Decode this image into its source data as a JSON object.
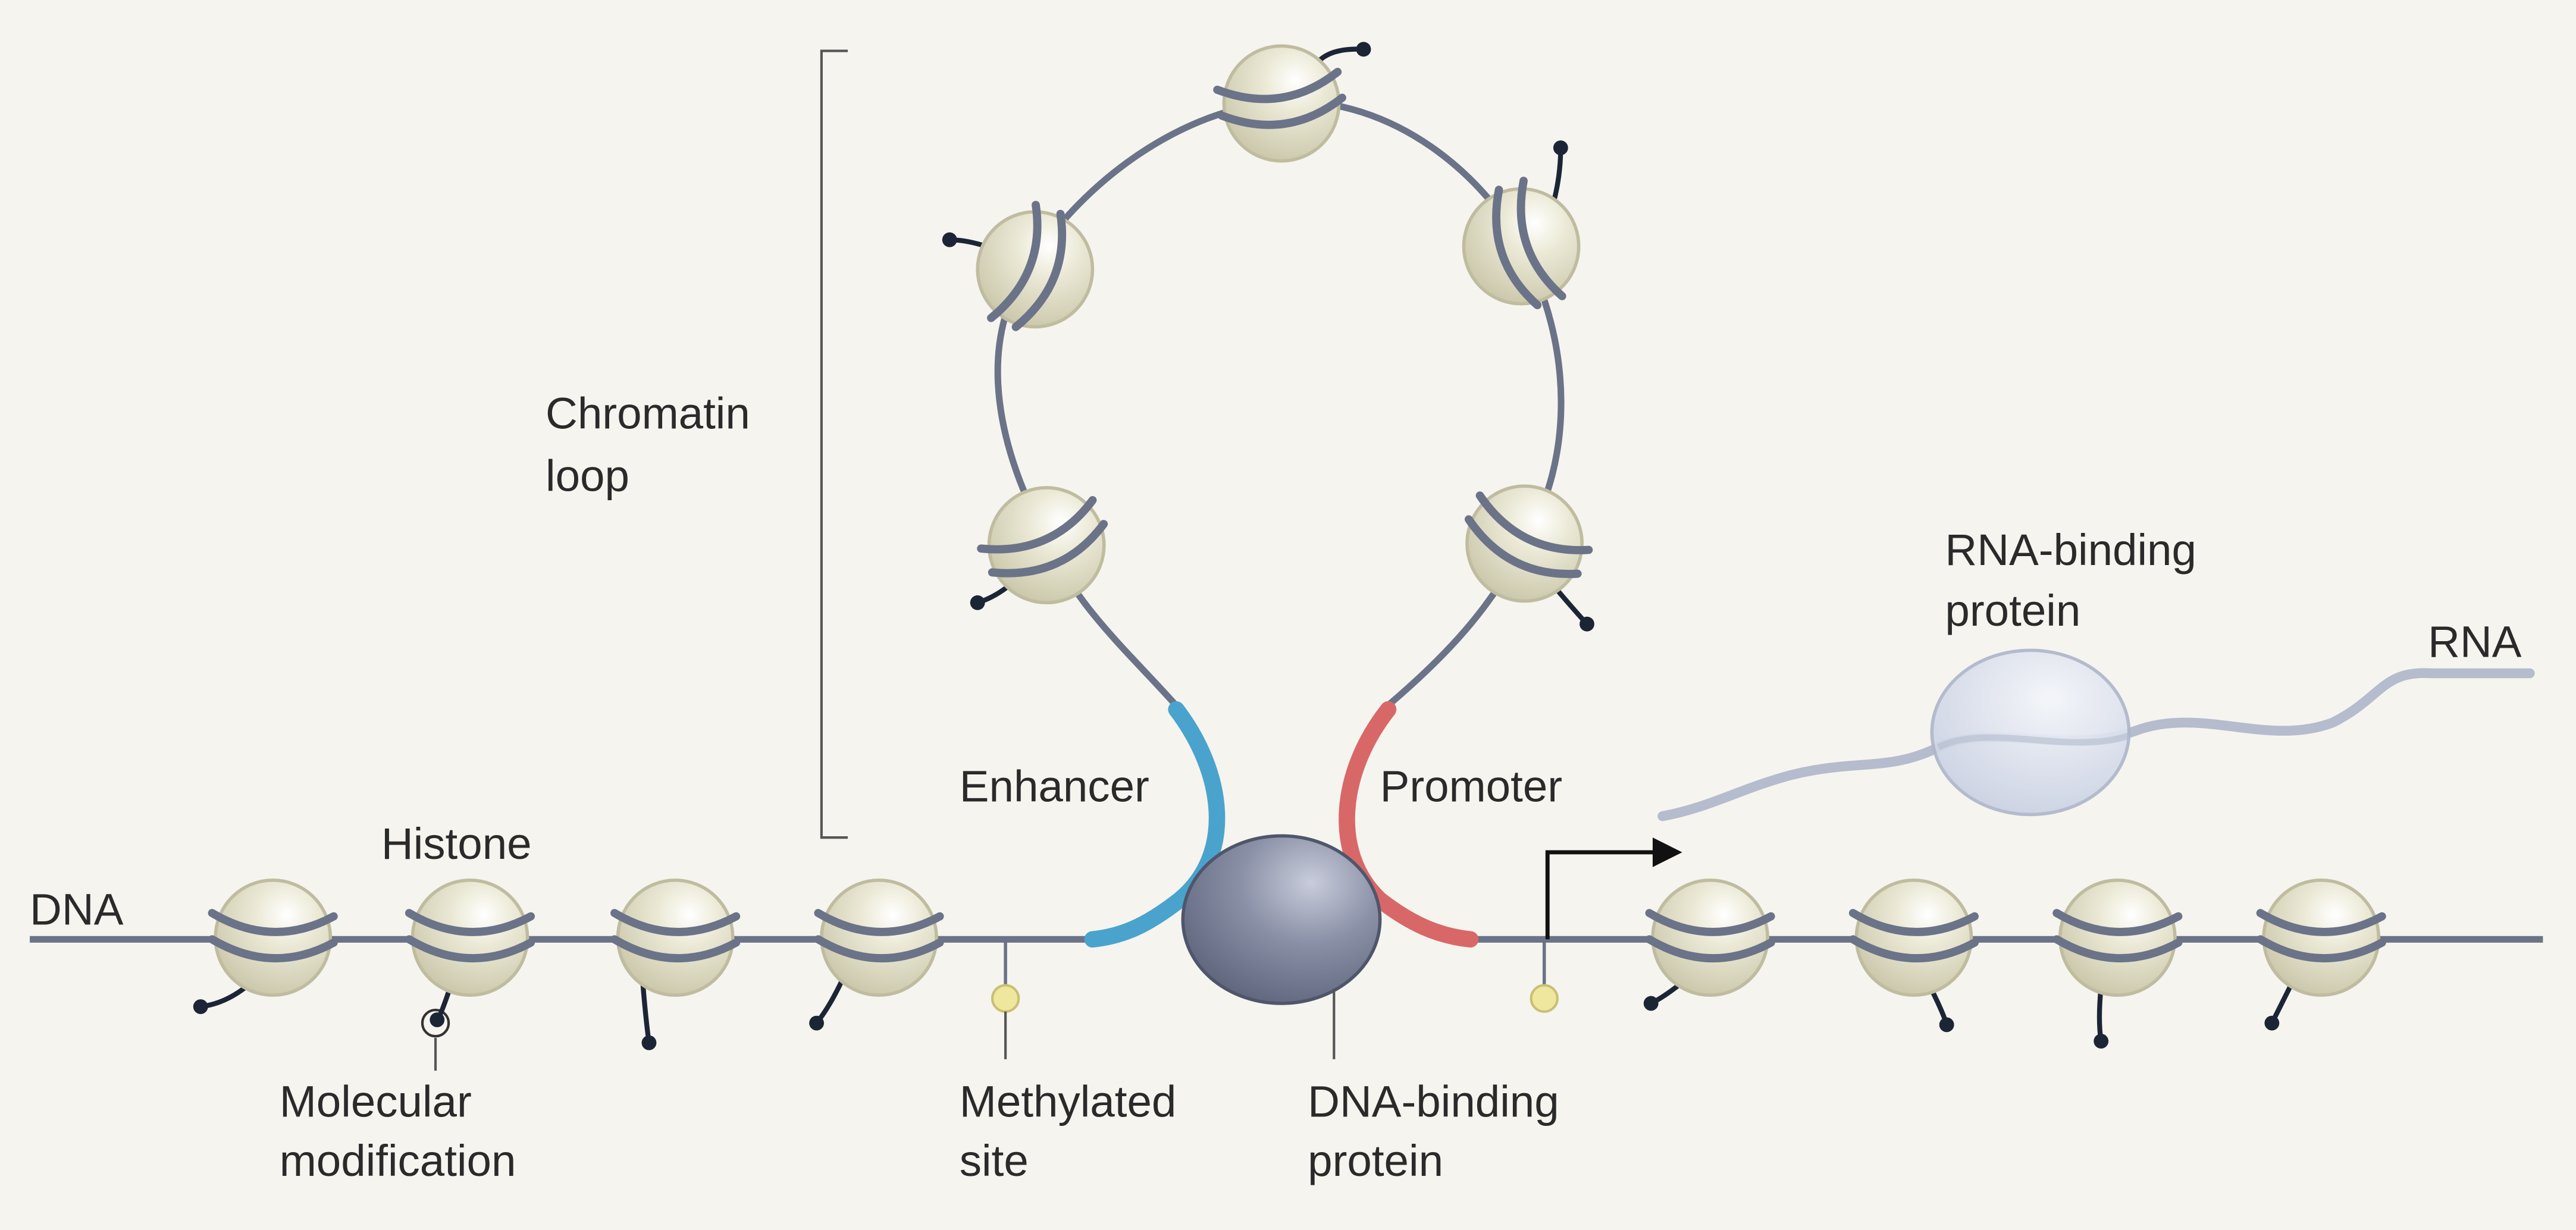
{
  "labels": {
    "dna": "DNA",
    "histone": "Histone",
    "molecular_modification": [
      "Molecular",
      "modification"
    ],
    "chromatin_loop": [
      "Chromatin",
      "loop"
    ],
    "enhancer": "Enhancer",
    "promoter": "Promoter",
    "methylated_site": [
      "Methylated",
      "site"
    ],
    "dna_binding_protein": [
      "DNA-binding",
      "protein"
    ],
    "rna_binding_protein": [
      "RNA-binding",
      "protein"
    ],
    "rna": "RNA"
  },
  "colors": {
    "background": "#f5f4ef",
    "dna_strand": "#6b7388",
    "histone_fill": "#e6e3cf",
    "histone_stroke": "#bfbc9f",
    "histone_band": "#6b7388",
    "modification_tail": "#1c2536",
    "enhancer": "#4aa3cc",
    "promoter": "#d86868",
    "dna_binding_protein": "#868ca2",
    "methyl_dot": "#efe79e",
    "rna_strand": "#b4bccd",
    "rna_binding_protein": "#d4dae7",
    "bracket": "#555555",
    "arrow": "#111111"
  },
  "icons": {
    "nucleosome": "nucleosome-icon",
    "tail": "histone-tail-icon",
    "methyl": "methyl-group-icon",
    "protein": "protein-blob-icon",
    "tss_arrow": "transcription-start-arrow-icon",
    "bracket": "bracket-icon"
  }
}
